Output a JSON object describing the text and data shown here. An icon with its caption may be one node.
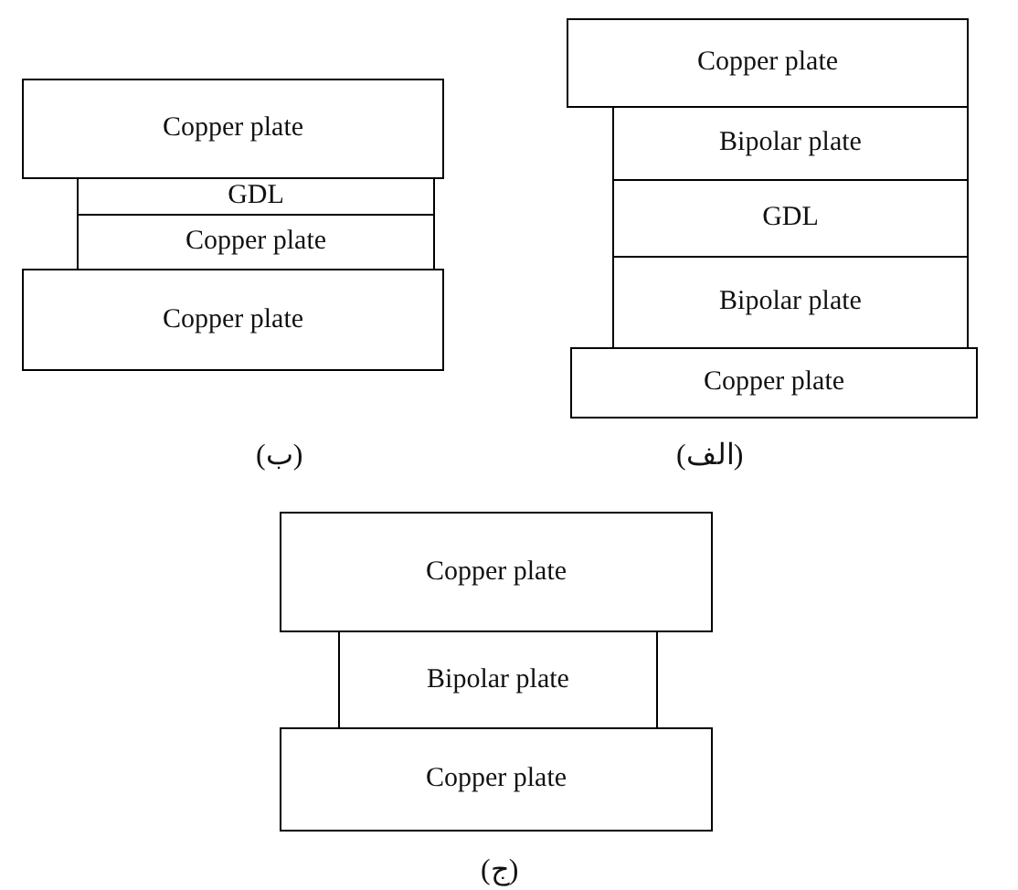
{
  "diagram": {
    "nodes": [
      {
        "text": [
          "Copper plate"
        ]
      },
      {
        "text": [
          "GDL"
        ]
      },
      {
        "text": [
          "Copper plate"
        ]
      },
      {
        "text": [
          "Copper plate"
        ]
      },
      {
        "text": [
          "Copper plate"
        ]
      },
      {
        "text": [
          "Bipolar plate"
        ]
      },
      {
        "text": [
          "GDL"
        ]
      },
      {
        "text": [
          "Bipolar plate"
        ]
      },
      {
        "text": [
          "Copper plate"
        ]
      },
      {
        "text": [
          "Copper plate"
        ]
      },
      {
        "text": [
          "Bipolar plate"
        ]
      },
      {
        "text": [
          "Copper plate"
        ]
      }
    ],
    "edges": [],
    "labels": [
      "(ب)",
      "(الف)",
      "(ج)"
    ]
  }
}
